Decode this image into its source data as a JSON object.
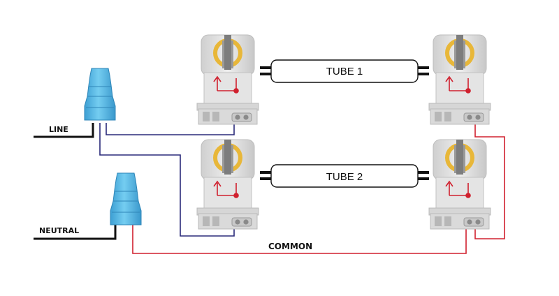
{
  "labels": {
    "line": "LINE",
    "neutral": "NEUTRAL",
    "common": "COMMON",
    "tube1": "TUBE 1",
    "tube2": "TUBE 2"
  },
  "colors": {
    "line_wire": "#2a2a7a",
    "common_wire": "#d0202e",
    "feed_wire": "#111111",
    "wire_nut": "#56b8e6",
    "socket_body": "#e2e2e2",
    "socket_ring": "#e8b739"
  },
  "icons": [
    "wire-nut-icon",
    "lampholder-icon",
    "tube-pin-icon"
  ]
}
